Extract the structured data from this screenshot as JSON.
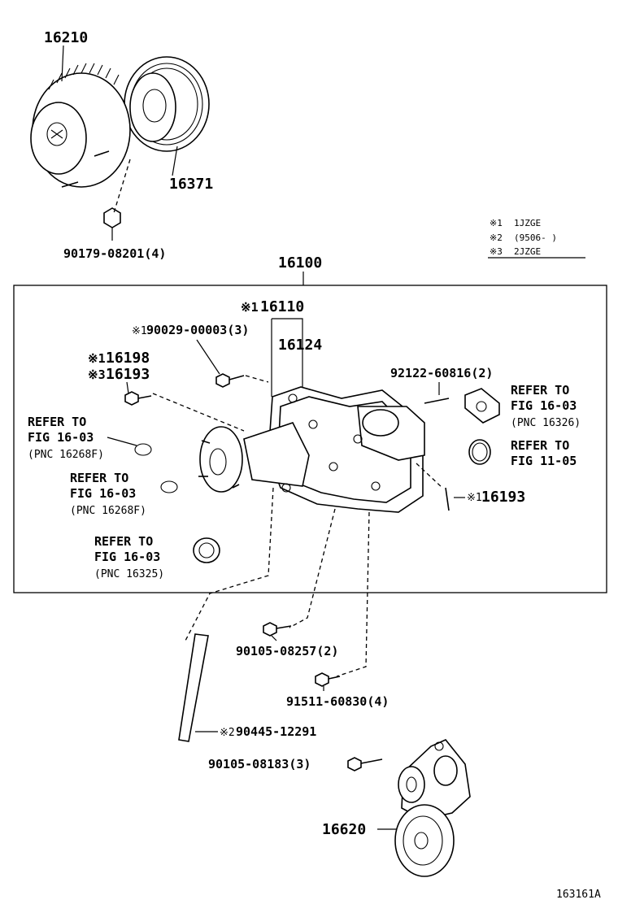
{
  "legend": [
    {
      "mark": "※1",
      "text": "1JZGE"
    },
    {
      "mark": "※2",
      "text": "(9506-    )"
    },
    {
      "mark": "※3",
      "text": "2JZGE"
    }
  ],
  "parts": {
    "fan_clutch": "16210",
    "pulley": "16371",
    "fan_nut": "90179-08201(4)",
    "assembly": "16100",
    "water_pump": "16110",
    "water_pump_mark": "※1",
    "pump_gasket": "16124",
    "pump_bolt": "90029-00003(3)",
    "pump_bolt_mark": "※1",
    "stud_a": "16198",
    "stud_a_mark": "※1",
    "stud_b": "16193",
    "stud_b_mark": "※3",
    "stud_right": "16193",
    "stud_right_mark": "※1",
    "stud_top": "92122-60816(2)",
    "bolt_lower": "90105-08257(2)",
    "bolt_lower2": "91511-60830(4)",
    "pipe": "90445-12291",
    "pipe_mark": "※2",
    "tensioner_bolt": "90105-08183(3)",
    "tensioner": "16620",
    "figure_id": "163161A"
  },
  "refers": [
    {
      "l1": "REFER TO",
      "l2": "FIG 16-03",
      "l3": "(PNC 16326)"
    },
    {
      "l1": "REFER TO",
      "l2": "FIG 11-05"
    },
    {
      "l1": "REFER TO",
      "l2": "FIG 16-03",
      "l3": "(PNC 16268F)"
    },
    {
      "l1": "REFER TO",
      "l2": "FIG 16-03",
      "l3": "(PNC 16268F)"
    },
    {
      "l1": "REFER TO",
      "l2": "FIG 16-03",
      "l3": "(PNC 16325)"
    }
  ]
}
